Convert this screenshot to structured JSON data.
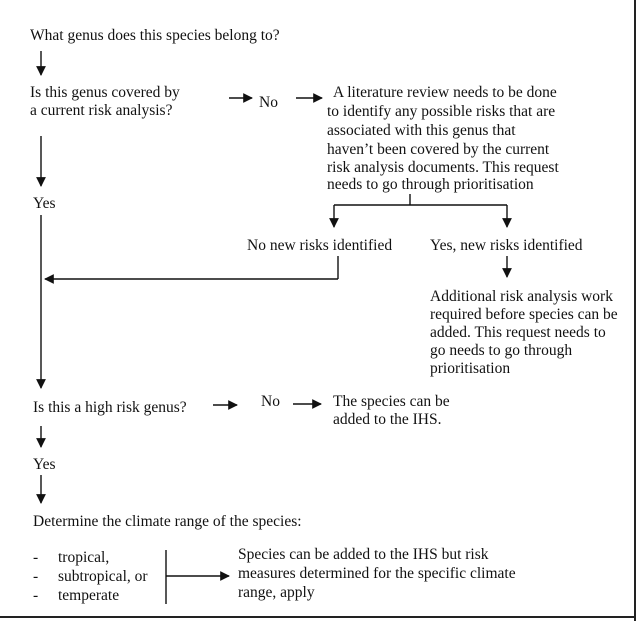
{
  "q_genus": "What genus does this species belong to?",
  "q_covered": [
    "Is this genus covered by",
    "a current risk analysis?"
  ],
  "ans_no_1": "No",
  "lit_review": [
    "A literature review needs to be done",
    "to identify any possible risks that are",
    "associated with this genus that",
    "haven’t been covered by the current",
    "risk analysis documents. This request",
    "needs to go through prioritisation"
  ],
  "ans_yes_1": "Yes",
  "no_new_risks": "No new risks identified",
  "yes_new_risks": "Yes, new risks identified",
  "additional_work": [
    "Additional risk analysis work",
    "required before species can be",
    "added. This request needs to",
    "go needs to go through",
    "prioritisation"
  ],
  "q_high_risk": "Is this a high risk genus?",
  "ans_no_2": "No",
  "species_added": [
    "The species can be",
    "added to the IHS."
  ],
  "ans_yes_2": "Yes",
  "climate_q": "Determine the climate range of the species:",
  "climate_ranges": [
    {
      "bullet": "-",
      "label": "tropical,"
    },
    {
      "bullet": "-",
      "label": "subtropical, or"
    },
    {
      "bullet": "-",
      "label": "temperate"
    }
  ],
  "climate_result": [
    "Species can be added to the IHS but risk",
    "measures determined for the specific climate",
    "range, apply"
  ],
  "colors": {
    "ink": "#111111",
    "background": "#ffffff"
  }
}
